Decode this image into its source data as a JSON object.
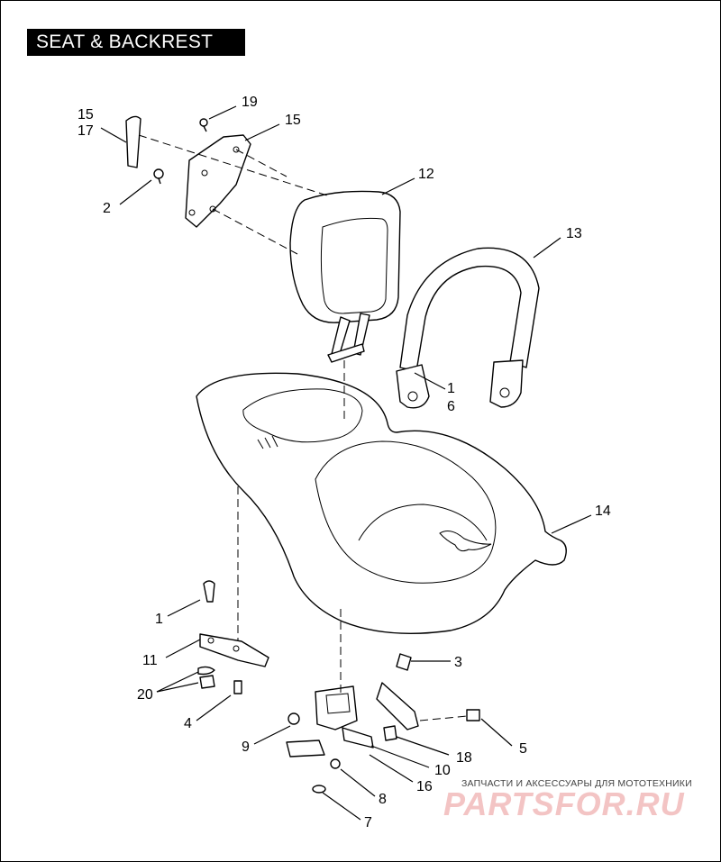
{
  "title": "SEAT & BACKREST",
  "callouts": {
    "c1a": "1",
    "c1b": "1",
    "c2": "2",
    "c3": "3",
    "c4": "4",
    "c5": "5",
    "c6": "6",
    "c7": "7",
    "c8": "8",
    "c9": "9",
    "c10": "10",
    "c11": "11",
    "c12": "12",
    "c13": "13",
    "c14": "14",
    "c15a": "15",
    "c15b": "15",
    "c16": "16",
    "c17": "17",
    "c18": "18",
    "c19": "19",
    "c20": "20"
  },
  "watermark": {
    "subtitle": "ЗАПЧАСТИ И АКСЕССУАРЫ ДЛЯ МОТОТЕХНИКИ",
    "logo": "PARTSFOR.RU"
  }
}
